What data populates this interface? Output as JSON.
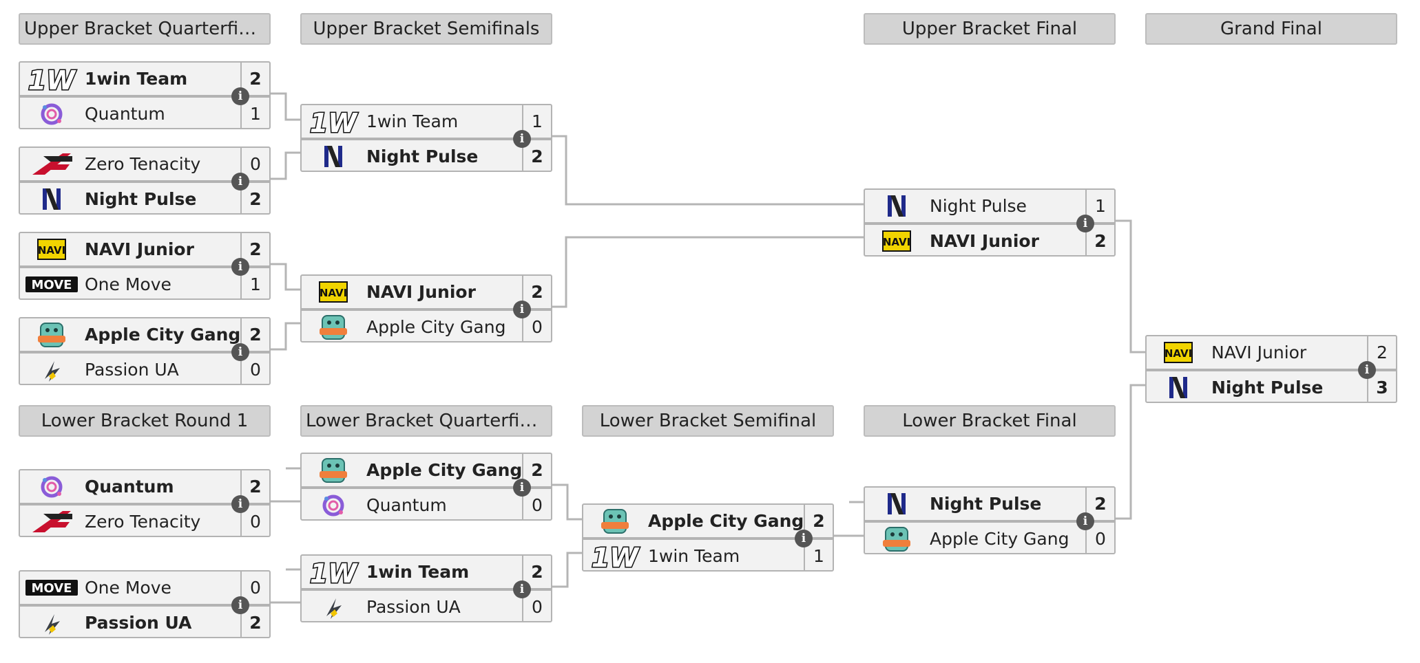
{
  "colors": {
    "header_bg": "#d3d3d3",
    "match_bg": "#f2f2f2",
    "border": "#b3b3b3",
    "connector": "#b5b5b5",
    "info_icon": "#555555"
  },
  "rounds": [
    {
      "id": "ubqf",
      "title": "Upper Bracket Quarterfin..."
    },
    {
      "id": "ubsf",
      "title": "Upper Bracket Semifinals"
    },
    {
      "id": "ubf",
      "title": "Upper Bracket Final"
    },
    {
      "id": "gf",
      "title": "Grand Final"
    },
    {
      "id": "lbr1",
      "title": "Lower Bracket Round 1"
    },
    {
      "id": "lbqf",
      "title": "Lower Bracket Quarterfin..."
    },
    {
      "id": "lbsf",
      "title": "Lower Bracket Semifinal"
    },
    {
      "id": "lbf",
      "title": "Lower Bracket Final"
    }
  ],
  "matches": [
    {
      "id": "ubqf1",
      "round": "ubqf",
      "teams": [
        {
          "name": "1win Team",
          "logo": "1win-logo",
          "score": "2",
          "winner": true
        },
        {
          "name": "Quantum",
          "logo": "quantum-logo",
          "score": "1",
          "winner": false
        }
      ]
    },
    {
      "id": "ubqf2",
      "round": "ubqf",
      "teams": [
        {
          "name": "Zero Tenacity",
          "logo": "zero-tenacity-logo",
          "score": "0",
          "winner": false
        },
        {
          "name": "Night Pulse",
          "logo": "night-pulse-logo",
          "score": "2",
          "winner": true
        }
      ]
    },
    {
      "id": "ubqf3",
      "round": "ubqf",
      "teams": [
        {
          "name": "NAVI Junior",
          "logo": "navi-logo",
          "score": "2",
          "winner": true
        },
        {
          "name": "One Move",
          "logo": "one-move-logo",
          "score": "1",
          "winner": false
        }
      ]
    },
    {
      "id": "ubqf4",
      "round": "ubqf",
      "teams": [
        {
          "name": "Apple City Gang",
          "logo": "apple-city-gang-logo",
          "score": "2",
          "winner": true
        },
        {
          "name": "Passion UA",
          "logo": "passion-ua-logo",
          "score": "0",
          "winner": false
        }
      ]
    },
    {
      "id": "ubsf1",
      "round": "ubsf",
      "teams": [
        {
          "name": "1win Team",
          "logo": "1win-logo",
          "score": "1",
          "winner": false
        },
        {
          "name": "Night Pulse",
          "logo": "night-pulse-logo",
          "score": "2",
          "winner": true
        }
      ]
    },
    {
      "id": "ubsf2",
      "round": "ubsf",
      "teams": [
        {
          "name": "NAVI Junior",
          "logo": "navi-logo",
          "score": "2",
          "winner": true
        },
        {
          "name": "Apple City Gang",
          "logo": "apple-city-gang-logo",
          "score": "0",
          "winner": false
        }
      ]
    },
    {
      "id": "ubf1",
      "round": "ubf",
      "teams": [
        {
          "name": "Night Pulse",
          "logo": "night-pulse-logo",
          "score": "1",
          "winner": false
        },
        {
          "name": "NAVI Junior",
          "logo": "navi-logo",
          "score": "2",
          "winner": true
        }
      ]
    },
    {
      "id": "gf1",
      "round": "gf",
      "teams": [
        {
          "name": "NAVI Junior",
          "logo": "navi-logo",
          "score": "2",
          "winner": false
        },
        {
          "name": "Night Pulse",
          "logo": "night-pulse-logo",
          "score": "3",
          "winner": true
        }
      ]
    },
    {
      "id": "lbr1a",
      "round": "lbr1",
      "teams": [
        {
          "name": "Quantum",
          "logo": "quantum-logo",
          "score": "2",
          "winner": true
        },
        {
          "name": "Zero Tenacity",
          "logo": "zero-tenacity-logo",
          "score": "0",
          "winner": false
        }
      ]
    },
    {
      "id": "lbr1b",
      "round": "lbr1",
      "teams": [
        {
          "name": "One Move",
          "logo": "one-move-logo",
          "score": "0",
          "winner": false
        },
        {
          "name": "Passion UA",
          "logo": "passion-ua-logo",
          "score": "2",
          "winner": true
        }
      ]
    },
    {
      "id": "lbqf1",
      "round": "lbqf",
      "teams": [
        {
          "name": "Apple City Gang",
          "logo": "apple-city-gang-logo",
          "score": "2",
          "winner": true
        },
        {
          "name": "Quantum",
          "logo": "quantum-logo",
          "score": "0",
          "winner": false
        }
      ]
    },
    {
      "id": "lbqf2",
      "round": "lbqf",
      "teams": [
        {
          "name": "1win Team",
          "logo": "1win-logo",
          "score": "2",
          "winner": true
        },
        {
          "name": "Passion UA",
          "logo": "passion-ua-logo",
          "score": "0",
          "winner": false
        }
      ]
    },
    {
      "id": "lbsf1",
      "round": "lbsf",
      "teams": [
        {
          "name": "Apple City Gang",
          "logo": "apple-city-gang-logo",
          "score": "2",
          "winner": true
        },
        {
          "name": "1win Team",
          "logo": "1win-logo",
          "score": "1",
          "winner": false
        }
      ]
    },
    {
      "id": "lbf1",
      "round": "lbf",
      "teams": [
        {
          "name": "Night Pulse",
          "logo": "night-pulse-logo",
          "score": "2",
          "winner": true
        },
        {
          "name": "Apple City Gang",
          "logo": "apple-city-gang-logo",
          "score": "0",
          "winner": false
        }
      ]
    }
  ]
}
